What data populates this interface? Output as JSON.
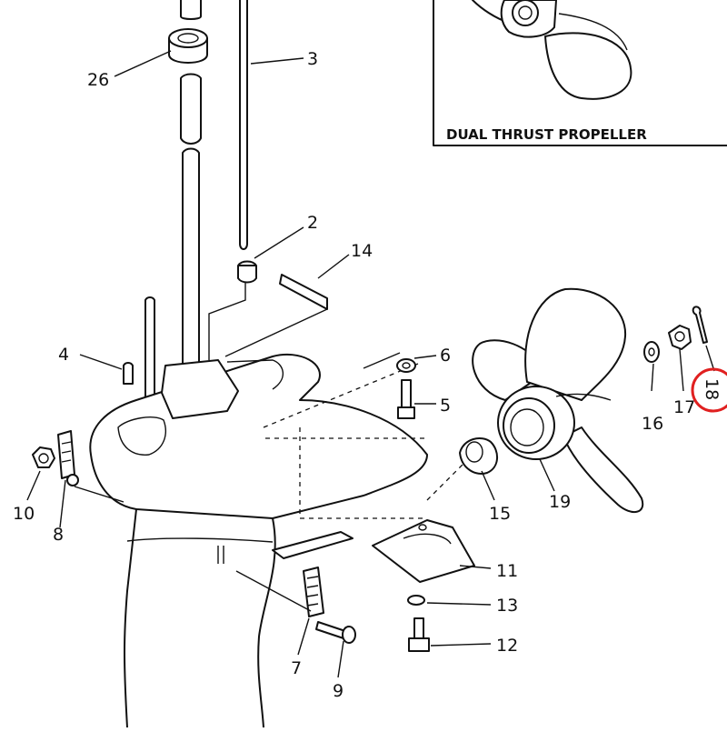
{
  "inset": {
    "caption": "DUAL THRUST PROPELLER"
  },
  "callouts": {
    "c26": "26",
    "c3": "3",
    "c2": "2",
    "c14": "14",
    "c4": "4",
    "c6": "6",
    "c5": "5",
    "c10": "10",
    "c8": "8",
    "c15": "15",
    "c19": "19",
    "c16": "16",
    "c17": "17",
    "c18": "18",
    "c11": "11",
    "c13": "13",
    "c12": "12",
    "c7": "7",
    "c9": "9"
  },
  "highlight": {
    "target": "18",
    "color": "#e02020"
  },
  "colors": {
    "ink": "#111111",
    "background": "#ffffff"
  }
}
